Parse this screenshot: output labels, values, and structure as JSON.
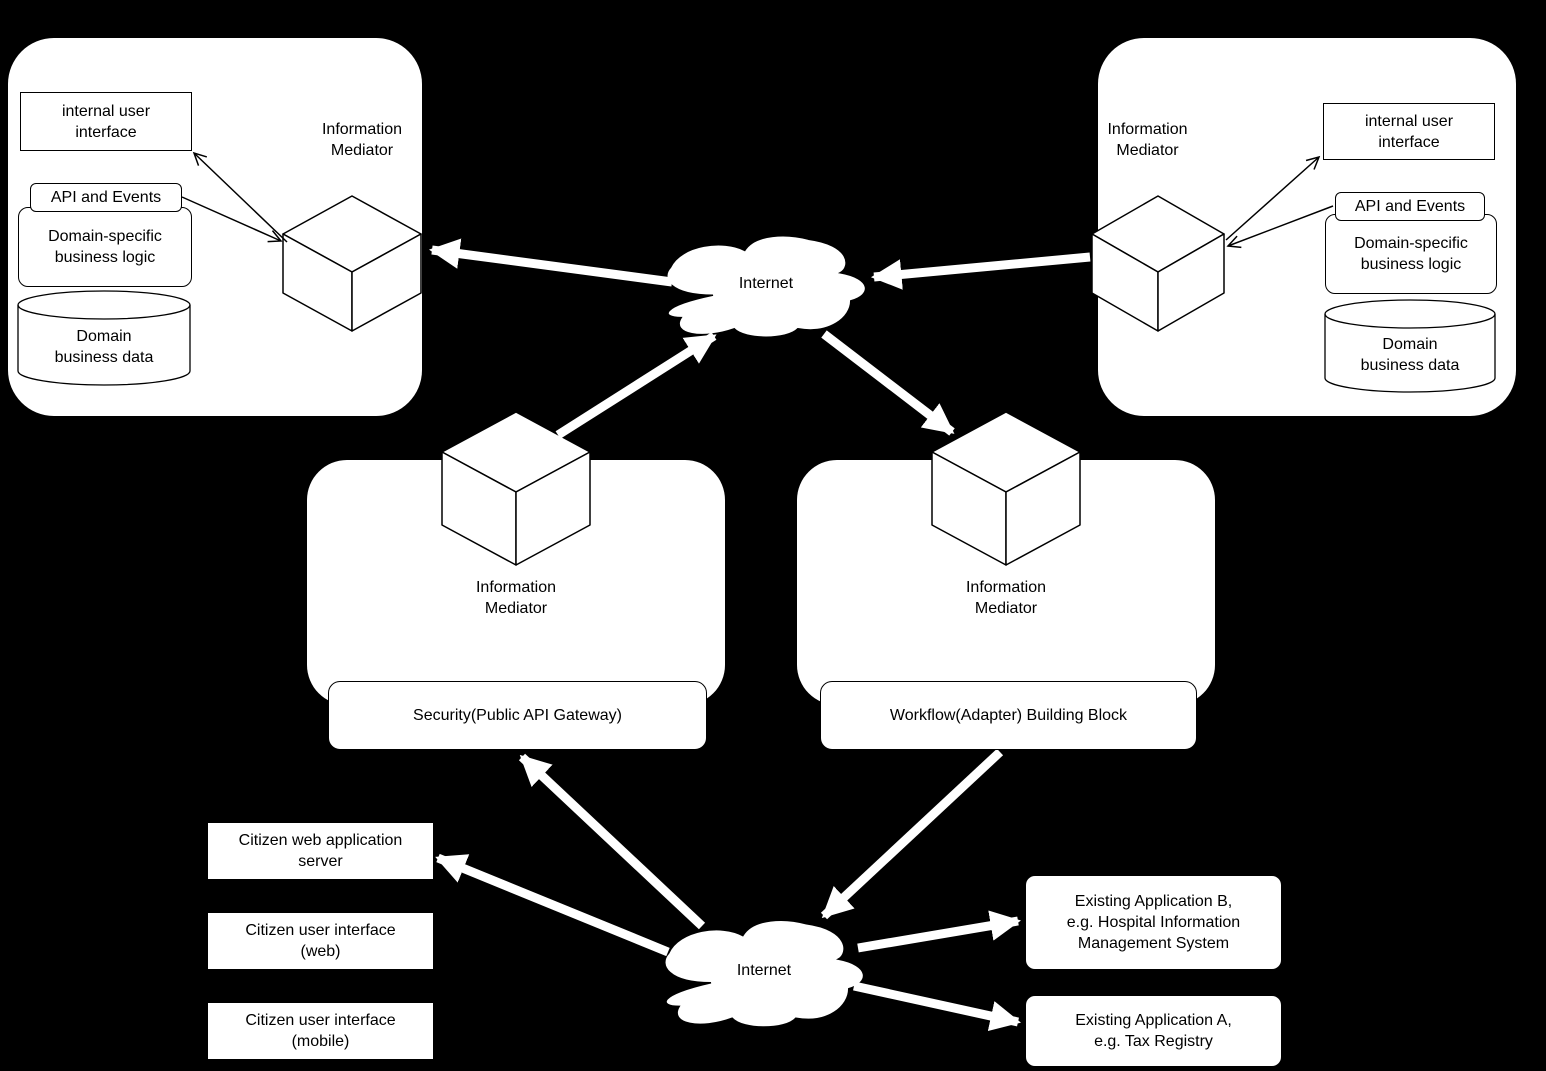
{
  "colors": {
    "background": "#000000",
    "node_fill": "#ffffff",
    "node_stroke": "#000000",
    "arrow_color": "#ffffff",
    "text_color": "#000000"
  },
  "nodes": {
    "information_mediator": {
      "line1": "Information",
      "line2": "Mediator"
    },
    "internet": "Internet",
    "internal_user_interface": {
      "line1": "internal user",
      "line2": "interface"
    },
    "api_and_events": "API and Events",
    "domain_business_logic": {
      "line1": "Domain-specific",
      "line2": "business logic"
    },
    "domain_business_data": {
      "line1": "Domain",
      "line2": "business data"
    },
    "security_gateway": "Security(Public API Gateway)",
    "workflow_adapter": "Workflow(Adapter) Building Block",
    "citizen_web_app_server": {
      "line1": "Citizen web application",
      "line2": "server"
    },
    "citizen_ui_web": {
      "line1": "Citizen user interface",
      "line2": "(web)"
    },
    "citizen_ui_mobile": {
      "line1": "Citizen user interface",
      "line2": "(mobile)"
    },
    "existing_app_b": {
      "line1": "Existing Application B,",
      "line2": "e.g. Hospital Information",
      "line3": "Management System"
    },
    "existing_app_a": {
      "line1": "Existing Application A,",
      "line2": "e.g. Tax Registry"
    }
  }
}
